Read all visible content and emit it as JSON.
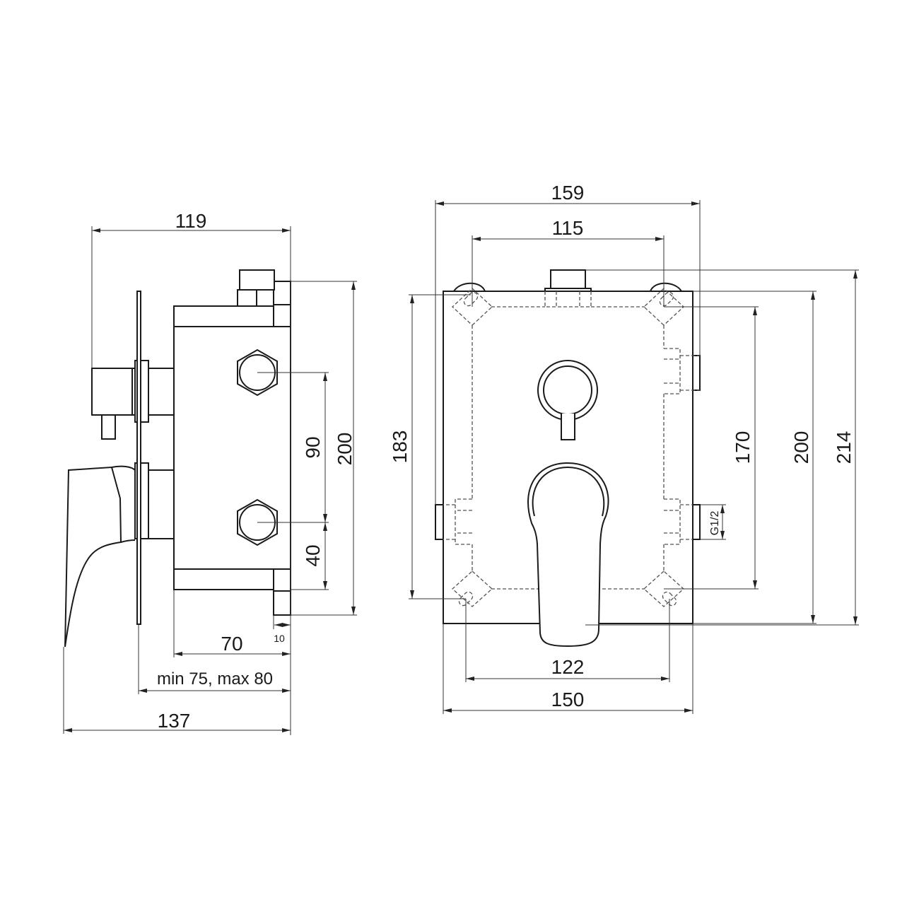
{
  "side_view": {
    "dim_overall_depth_top": "119",
    "dim_outlet_spacing": "90",
    "dim_height": "200",
    "dim_bottom_outlet": "40",
    "dim_box_depth": "70",
    "dim_fitting": "10",
    "dim_install_range": "min 75, max 80",
    "dim_overall_depth": "137"
  },
  "front_view": {
    "dim_top_width": "159",
    "dim_hole_spacing_top": "115",
    "dim_hole_spacing_vertical": "183",
    "dim_inner_height": "170",
    "dim_plate_height": "200",
    "dim_total_height": "214",
    "thread_label": "G1/2",
    "dim_hole_spacing_bottom": "122",
    "dim_plate_width": "150"
  }
}
